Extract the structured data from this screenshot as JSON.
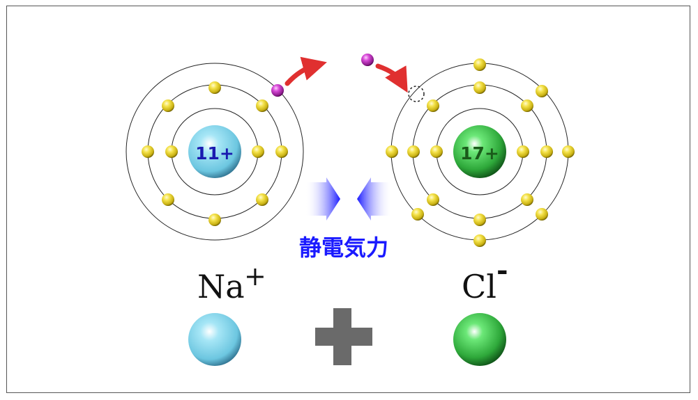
{
  "sodium": {
    "nucleus_label": "11+",
    "shells": [
      2,
      8,
      1
    ],
    "ion_symbol": "Na",
    "ion_charge": "+"
  },
  "chlorine": {
    "nucleus_label": "17+",
    "shells": [
      2,
      8,
      7
    ],
    "ion_symbol": "Cl",
    "ion_charge": "-"
  },
  "force_label": "静電気力",
  "colors": {
    "sodium": "#8fd8ee",
    "chlorine": "#3fbf48",
    "electron": "#e8d43a",
    "transfer_electron": "#c43fc4",
    "arrow_transfer": "#e03030",
    "force": "#1a1aff",
    "plus_sign": "#6a6a6a",
    "sodium_label": "#1a1ab0",
    "chlorine_label": "#1a5a1a"
  }
}
